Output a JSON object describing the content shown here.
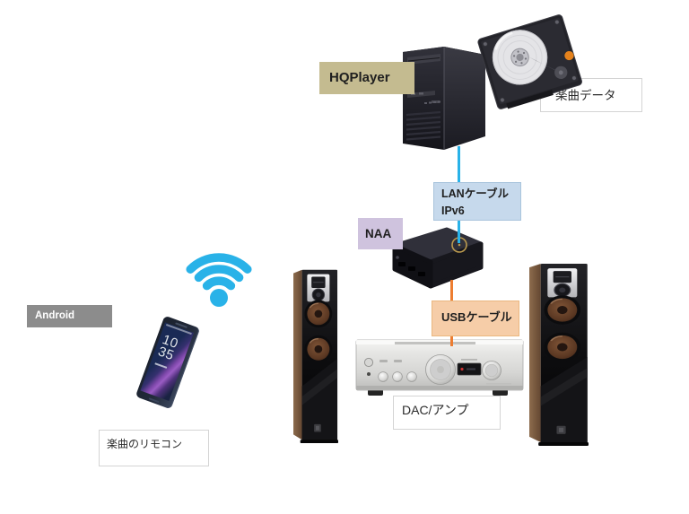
{
  "labels": {
    "hqplayer": "HQPlayer",
    "music_data": "楽曲データ",
    "lan_cable": "LANケーブル",
    "ip_version": "IPv6",
    "naa": "NAA",
    "usb_cable": "USBケーブル",
    "dac_amp": "DAC/アンプ",
    "android": "Android",
    "music_remote": "楽曲のリモコン"
  },
  "phone": {
    "clock_hour": "10",
    "clock_min": "35"
  },
  "colors": {
    "hqplayer_bg": "#c4bb90",
    "lan_bg": "#c6d9ec",
    "lan_border": "#a9c4dc",
    "naa_bg": "#cfc3de",
    "usb_bg": "#f6cda8",
    "usb_border": "#eab77f",
    "android_bg": "#8c8c8c",
    "white_box_border": "#d4d4d4",
    "lan_line": "#29b2e8",
    "usb_line": "#ed7d31",
    "wifi_blue": "#29b2e8"
  }
}
